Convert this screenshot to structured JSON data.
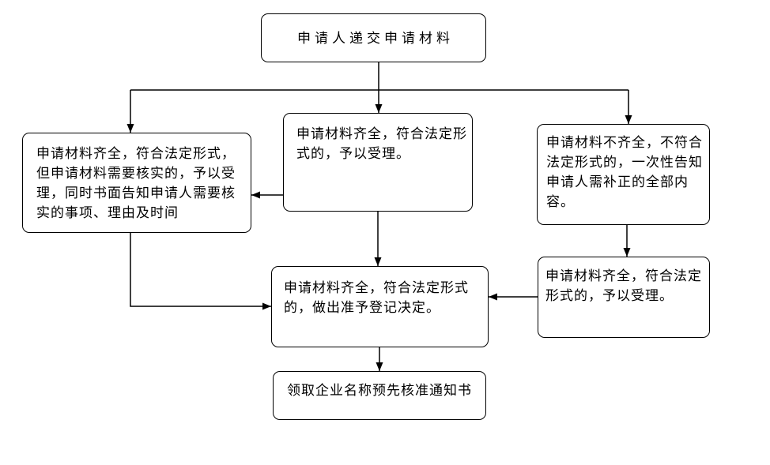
{
  "nodes": {
    "submit": {
      "label": [
        "申请人递交申请材料"
      ]
    },
    "verify": {
      "label": [
        "申请材料齐全，符合法定形式，",
        "但申请材料需要核实的，予以受",
        "理，同时书面告知申请人需要核",
        "实的事项、理由及时间"
      ]
    },
    "accept_center": {
      "label": [
        "申请材料齐全，符合法定形",
        "式的，予以受理。"
      ]
    },
    "incomplete": {
      "label": [
        "申请材料不齐全，不符合",
        "法定形式的，一次性告知",
        "申请人需补正的全部内",
        "容。"
      ]
    },
    "accept_right": {
      "label": [
        "申请材料齐全，符合法定",
        "形式的，予以受理。"
      ]
    },
    "decision": {
      "label": [
        "申请材料齐全，符合法定形式",
        "的，做出准予登记决定。"
      ]
    },
    "receive": {
      "label": [
        "领取企业名称预先核准通知书"
      ]
    }
  },
  "edges": [
    {
      "from": "submit",
      "to": "accept_center"
    },
    {
      "from": "submit",
      "to": "verify"
    },
    {
      "from": "submit",
      "to": "incomplete"
    },
    {
      "from": "accept_center",
      "to": "verify"
    },
    {
      "from": "accept_center",
      "to": "decision"
    },
    {
      "from": "verify",
      "to": "decision"
    },
    {
      "from": "incomplete",
      "to": "accept_right"
    },
    {
      "from": "accept_right",
      "to": "decision"
    },
    {
      "from": "decision",
      "to": "receive"
    }
  ],
  "colors": {
    "background": "#ffffff",
    "box_fill": "#ffffff",
    "box_border": "#000000",
    "line": "#000000",
    "text": "#000000"
  }
}
